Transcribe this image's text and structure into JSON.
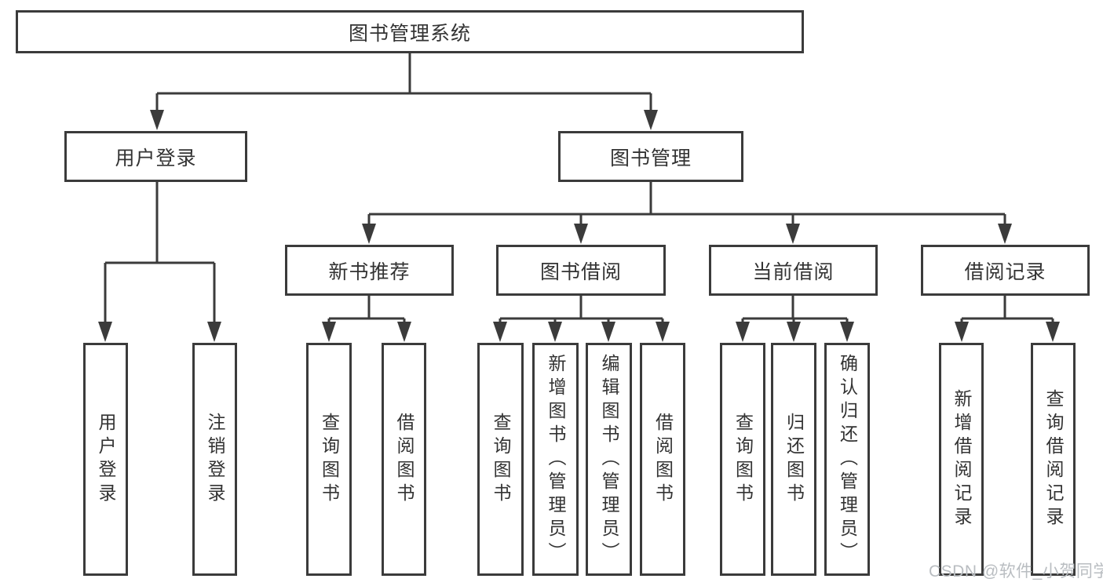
{
  "diagram": {
    "root": {
      "label": "图书管理系统"
    },
    "branches": [
      {
        "label": "用户登录",
        "children": [
          {
            "label": "用户登录"
          },
          {
            "label": "注销登录"
          }
        ]
      },
      {
        "label": "图书管理",
        "children": [
          {
            "label": "新书推荐",
            "children": [
              {
                "label": "查询图书"
              },
              {
                "label": "借阅图书"
              }
            ]
          },
          {
            "label": "图书借阅",
            "children": [
              {
                "label": "查询图书"
              },
              {
                "label": "新增图书（管理员）"
              },
              {
                "label": "编辑图书（管理员）"
              },
              {
                "label": "借阅图书"
              }
            ]
          },
          {
            "label": "当前借阅",
            "children": [
              {
                "label": "查询图书"
              },
              {
                "label": "归还图书"
              },
              {
                "label": "确认归还（管理员）"
              }
            ]
          },
          {
            "label": "借阅记录",
            "children": [
              {
                "label": "新增借阅记录"
              },
              {
                "label": "查询借阅记录"
              }
            ]
          }
        ]
      }
    ]
  },
  "watermark": {
    "text": "CSDN @软件_小贺同学"
  },
  "colors": {
    "line": "#3b3b3b",
    "text": "#333333",
    "background": "#ffffff",
    "watermark": "#b9bdc1"
  }
}
